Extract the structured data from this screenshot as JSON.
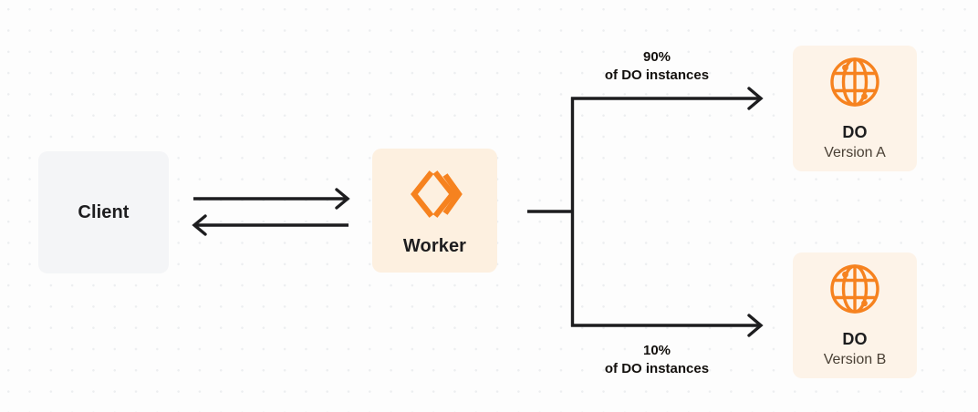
{
  "diagram": {
    "background_color": "#fdfdfd",
    "dot_grid_color": "#eceef0",
    "accent_color": "#f6821f",
    "line_color": "#1d1d1f"
  },
  "nodes": {
    "client": {
      "label": "Client",
      "background_color": "#f4f5f7"
    },
    "worker": {
      "label": "Worker",
      "background_color": "#fdf0e0",
      "icon": "worker-chevrons-icon"
    },
    "do_a": {
      "title": "DO",
      "subtitle": "Version A",
      "background_color": "#fdf3e8",
      "icon": "globe-icon"
    },
    "do_b": {
      "title": "DO",
      "subtitle": "Version B",
      "background_color": "#fdf3e8",
      "icon": "globe-icon"
    }
  },
  "edges": {
    "client_to_worker": {
      "direction": "right",
      "icon": "arrow-right-icon"
    },
    "worker_to_client": {
      "direction": "left",
      "icon": "arrow-left-icon"
    },
    "worker_to_do_a": {
      "percent": "90%",
      "description": "of DO instances",
      "icon": "arrow-right-icon"
    },
    "worker_to_do_b": {
      "percent": "10%",
      "description": "of DO instances",
      "icon": "arrow-right-icon"
    }
  }
}
